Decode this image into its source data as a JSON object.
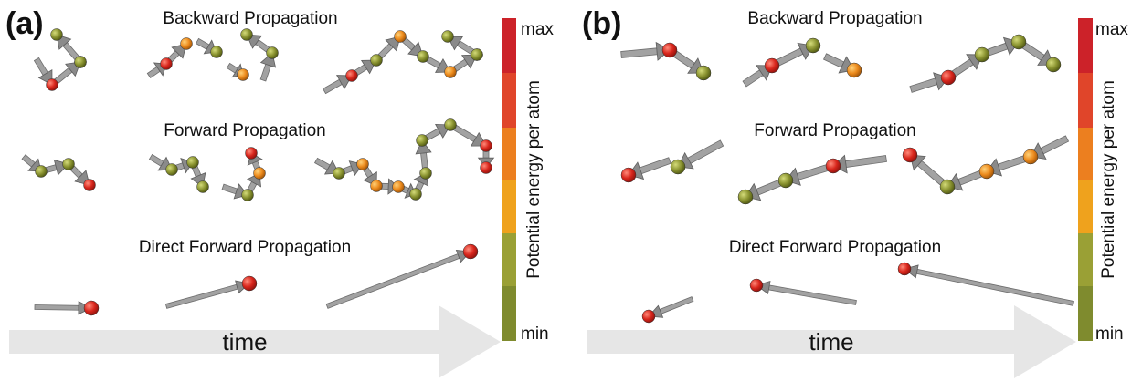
{
  "colors": {
    "levels": [
      "#7f8b2e",
      "#9aa035",
      "#b5a83a",
      "#efa21d",
      "#ec7f1f",
      "#e0452a",
      "#cc2229"
    ],
    "arrow": "#8f8f8f",
    "time_arrow": "#e6e6e6"
  },
  "panels": [
    {
      "id": "a",
      "label": "(a)",
      "rows": {
        "backward": "Backward Propagation",
        "forward": "Forward Propagation",
        "direct": "Direct Forward Propagation"
      },
      "time_label": "time",
      "colorbar": {
        "max_label": "max",
        "min_label": "min",
        "title": "Potential energy per atom"
      }
    },
    {
      "id": "b",
      "label": "(b)",
      "rows": {
        "backward": "Backward Propagation",
        "forward": "Forward Propagation",
        "direct": "Direct Forward Propagation"
      },
      "time_label": "time",
      "colorbar": {
        "max_label": "max",
        "min_label": "min",
        "title": "Potential energy per atom"
      }
    }
  ]
}
